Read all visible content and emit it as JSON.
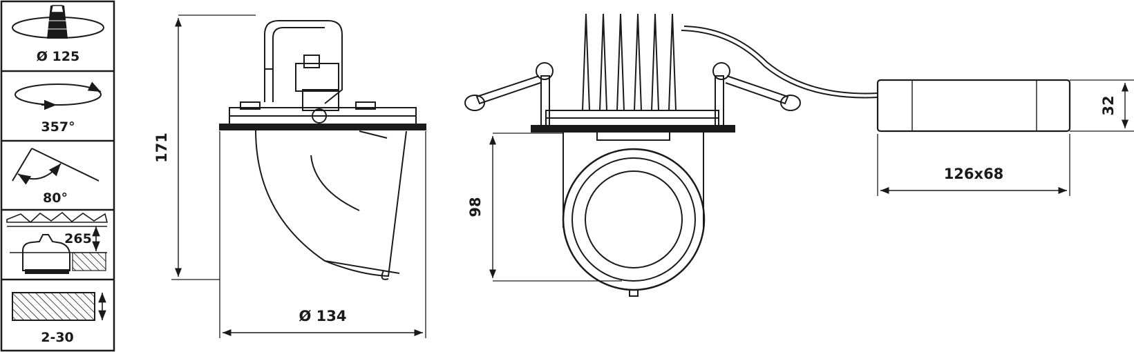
{
  "sidebar": {
    "cutout_label": "Ø 125",
    "rotation_label": "357°",
    "tilt_label": "80°",
    "depth_label": "265",
    "thickness_label": "2-30"
  },
  "dimensions": {
    "height_label": "171",
    "diameter_label": "Ø 134",
    "front_height_label": "98",
    "driver_height_label": "32",
    "driver_size_label": "126x68"
  },
  "colors": {
    "line": "#1a1a1a",
    "background": "#ffffff"
  }
}
